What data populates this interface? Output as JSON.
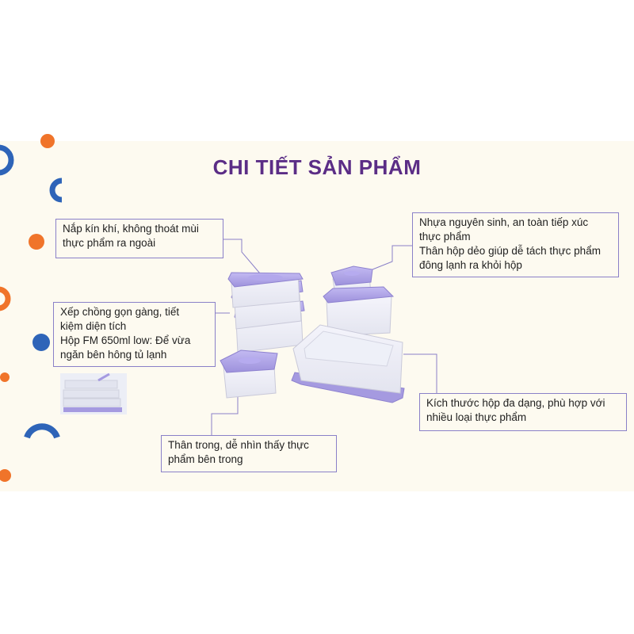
{
  "title": "CHI TIẾT SẢN PHẨM",
  "colors": {
    "accent_purple": "#5b2d86",
    "lid_purple": "#a59ae0",
    "callout_border": "#8a80c8",
    "dot_orange": "#f0742a",
    "arc_blue": "#2e64b8",
    "background": "#fdfaf0"
  },
  "callouts": {
    "lid": {
      "line1": "Nắp kín khí, không thoát mùi",
      "line2": "thực phẩm ra ngoài"
    },
    "material": {
      "line1": "Nhựa nguyên sinh, an toàn tiếp xúc",
      "line2": "thực phẩm",
      "line3": "Thân hộp dẻo giúp dễ tách thực phẩm",
      "line4": "đông lạnh ra khỏi hộp"
    },
    "stack": {
      "line1": "Xếp chồng gọn gàng, tiết",
      "line2": "kiệm diện tích",
      "line3": "Hộp FM 650ml low: Để vừa",
      "line4": "ngăn bên hông tủ lạnh"
    },
    "sizes": {
      "line1": "Kích thước hộp đa dạng, phù hợp với",
      "line2": "nhiều loại thực phẩm"
    },
    "body": {
      "line1": "Thân trong, dễ nhìn thấy thực",
      "line2": "phẩm bên trong"
    }
  }
}
